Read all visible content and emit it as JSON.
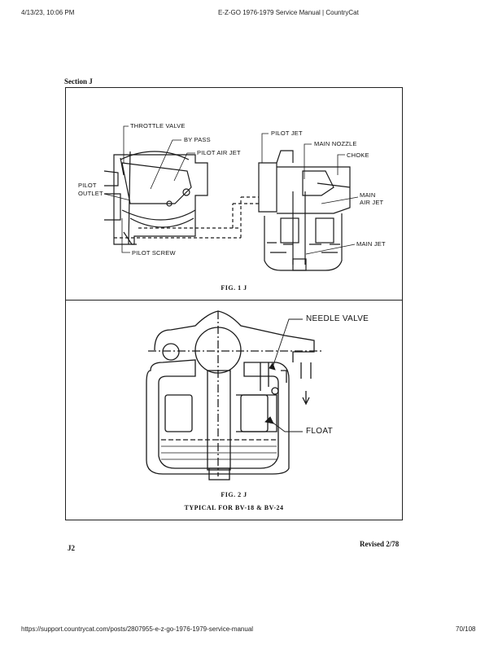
{
  "browser_header": {
    "datetime": "4/13/23, 10:06 PM",
    "page_title": "E-Z-GO 1976-1979 Service Manual | CountryCat"
  },
  "browser_footer": {
    "url": "https://support.countrycat.com/posts/2807955-e-z-go-1976-1979-service-manual",
    "page_count": "70/108"
  },
  "section_label": "Section J",
  "figure1": {
    "caption": "FIG. 1 J",
    "labels": {
      "throttle_valve": "THROTTLE VALVE",
      "by_pass": "BY PASS",
      "pilot_air_jet": "PILOT AIR JET",
      "pilot_outlet_line1": "PILOT",
      "pilot_outlet_line2": "OUTLET",
      "pilot_screw": "PILOT SCREW",
      "pilot_jet": "PILOT JET",
      "main_nozzle": "MAIN NOZZLE",
      "choke": "CHOKE",
      "main_air_jet_line1": "MAIN",
      "main_air_jet_line2": "AIR JET",
      "main_jet": "MAIN JET"
    }
  },
  "figure2": {
    "caption": "FIG. 2 J",
    "subcaption": "TYPICAL FOR BV-18 & BV-24",
    "labels": {
      "needle_valve": "NEEDLE VALVE",
      "float": "FLOAT"
    }
  },
  "page_number": "J2",
  "revision": "Revised 2/78"
}
